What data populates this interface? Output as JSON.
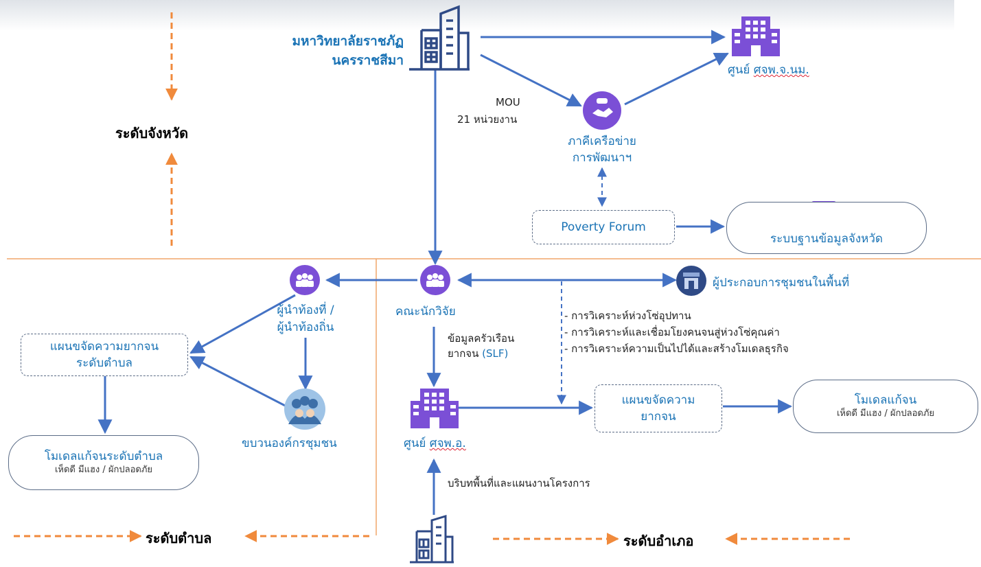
{
  "levels": {
    "province": "ระดับจังหวัด",
    "subdistrict": "ระดับตำบล",
    "district": "ระดับอำเภอ"
  },
  "nodes": {
    "university": {
      "line1": "มหาวิทยาลัยราชภัฏ",
      "line2": "นครราชสีมา",
      "icon": "city-buildings-icon"
    },
    "provincial_center": {
      "prefix": "ศูนย์ ",
      "name": "ศจพ.จ.นม.",
      "icon": "office-building-icon"
    },
    "network": {
      "line1": "ภาคีเครือข่าย",
      "line2": "การพัฒนาฯ",
      "icon": "handshake-icon"
    },
    "mou": {
      "line1": "MOU",
      "line2": "21 หน่วยงาน"
    },
    "poverty_forum": "Poverty Forum",
    "provincial_database": {
      "label": "ระบบฐานข้อมูลจังหวัด",
      "icon": "dashboard-monitor-icon"
    },
    "researchers": {
      "label": "คณะนักวิจัย",
      "icon": "team-group-icon"
    },
    "local_leaders": {
      "line1": "ผู้นำท้องที่ /",
      "line2": "ผู้นำท้องถิ่น",
      "icon": "team-group-icon"
    },
    "entrepreneurs": {
      "label": "ผู้ประกอบการชุมชนในพื้นที่",
      "icon": "storefront-icon"
    },
    "analysis": [
      "- การวิเคราะห์ห่วงโซ่อุปทาน",
      "- การวิเคราะห์และเชื่อมโยงคนจนสู่ห่วงโซ่คุณค่า",
      "- การวิเคราะห์ความเป็นไปได้และสร้างโมเดลธุรกิจ"
    ],
    "household_data": {
      "line1": "ข้อมูลครัวเรือน",
      "line2a": "ยากจน ",
      "line2b": "(SLF)"
    },
    "district_center": {
      "prefix": "ศูนย์ ",
      "name": "ศจพ.อ.",
      "icon": "office-building-icon"
    },
    "district_plan": {
      "line1": "แผนขจัดความ",
      "line2": "ยากจน"
    },
    "district_model": {
      "main": "โมเดลแก้จน",
      "sub": "เห็ดดี มีแฮง / ผักปลอดภัย"
    },
    "subdistrict_plan": {
      "line1": "แผนขจัดความยากจน",
      "line2": "ระดับตำบล"
    },
    "subdistrict_model": {
      "main": "โมเดลแก้จนระดับตำบล",
      "sub": "เห็ดดี มีแฮง / ผักปลอดภัย"
    },
    "community_orgs": {
      "label": "ขบวนองค์กรชุมชน",
      "icon": "people-crowd-icon"
    },
    "area_context": "บริบทพื้นที่และแผนงานโครงการ",
    "district_office": {
      "icon": "city-buildings-icon"
    }
  },
  "colors": {
    "arrow": "#4472c4",
    "orange": "#f08a3c",
    "text_blue": "#1a73b5",
    "icon_purple": "#7b4fd6",
    "icon_navy": "#2f4a86"
  }
}
